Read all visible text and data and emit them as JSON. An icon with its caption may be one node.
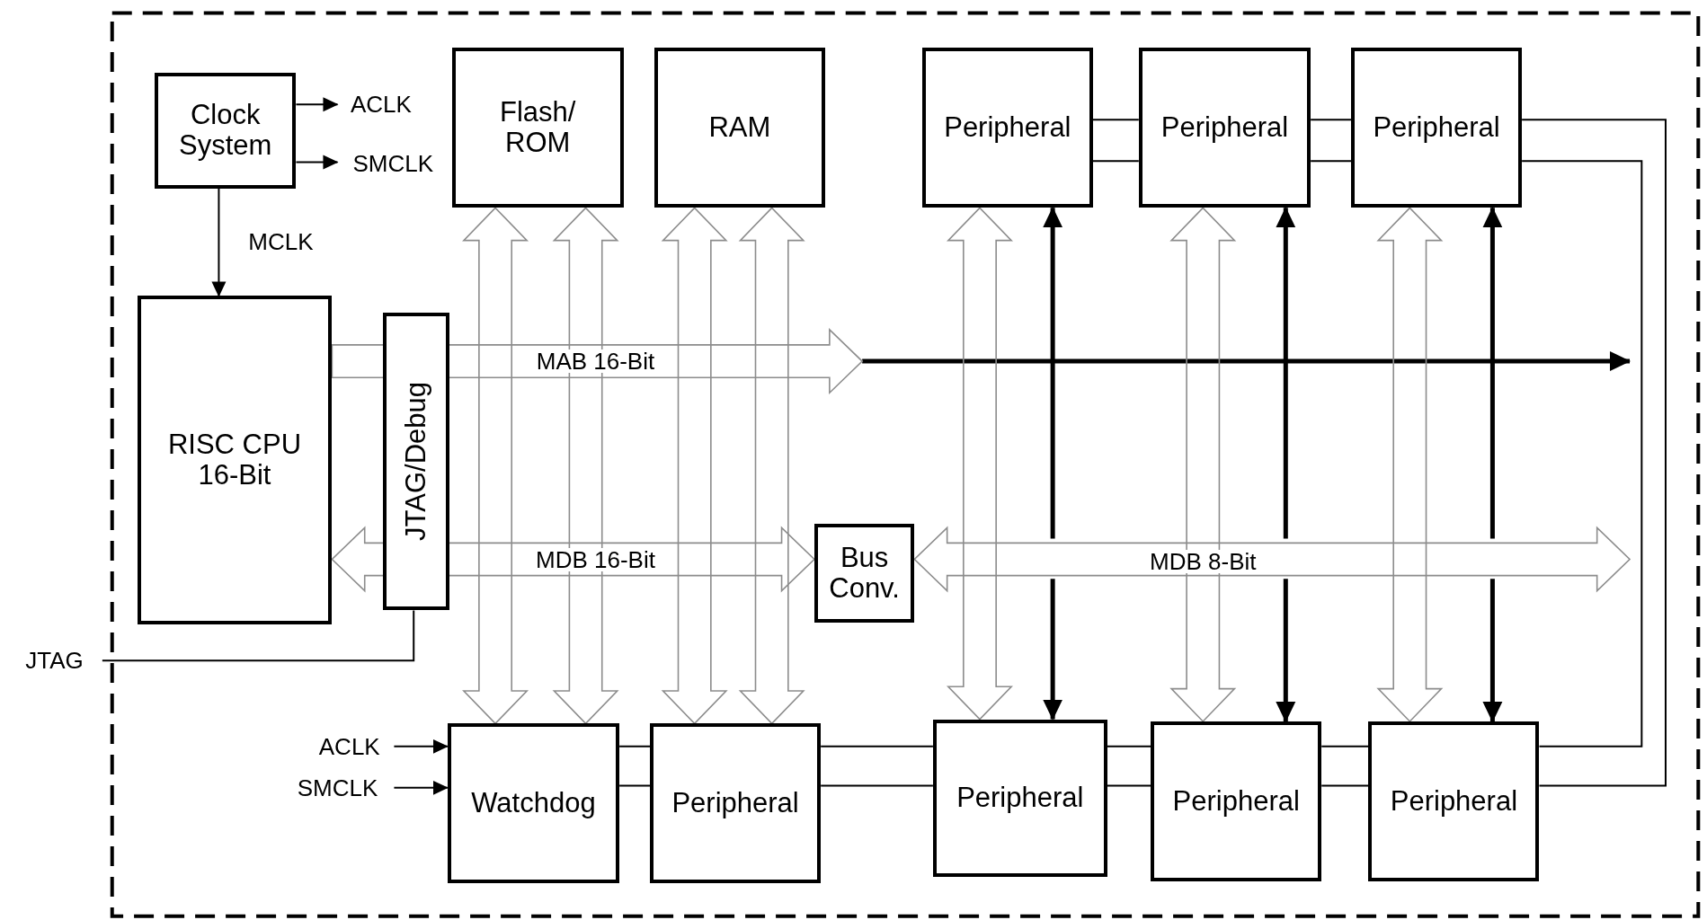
{
  "diagram": {
    "nodes": [
      {
        "text": [
          "Clock System"
        ]
      },
      {
        "text": [
          "ACLK"
        ]
      },
      {
        "text": [
          "SMCLK"
        ]
      },
      {
        "text": [
          "Flash/ ROM"
        ]
      },
      {
        "text": [
          "RAM"
        ]
      },
      {
        "text": [
          "Peripheral"
        ]
      },
      {
        "text": [
          "Peripheral"
        ]
      },
      {
        "text": [
          "Peripheral"
        ]
      },
      {
        "text": [
          "RISC CPU 16-Bit"
        ]
      },
      {
        "text": [
          "JTAG/Debug"
        ]
      },
      {
        "text": [
          "Bus Conv."
        ]
      },
      {
        "text": [
          "JTAG"
        ]
      },
      {
        "text": [
          "ACLK"
        ]
      },
      {
        "text": [
          "SMCLK"
        ]
      },
      {
        "text": [
          "Watchdog"
        ]
      },
      {
        "text": [
          "Peripheral"
        ]
      },
      {
        "text": [
          "Peripheral"
        ]
      },
      {
        "text": [
          "Peripheral"
        ]
      },
      {
        "text": [
          "Peripheral"
        ]
      }
    ],
    "edges": [
      {
        "from": 0,
        "to": 1,
        "arrow": "to"
      },
      {
        "from": 0,
        "to": 2,
        "arrow": "to"
      },
      {
        "from": 0,
        "to": 8,
        "arrow": "to",
        "label": "MCLK"
      },
      {
        "from": 11,
        "to": 9,
        "arrow": "none"
      },
      {
        "from": 12,
        "to": 14,
        "arrow": "to"
      },
      {
        "from": 13,
        "to": 14,
        "arrow": "to"
      },
      {
        "from": 3,
        "to": 14,
        "arrow": "both",
        "style": "thick",
        "color": "#8c8c8c"
      },
      {
        "from": 3,
        "to": 14,
        "arrow": "both",
        "style": "thick",
        "color": "#8c8c8c"
      },
      {
        "from": 4,
        "to": 15,
        "arrow": "both",
        "style": "thick",
        "color": "#8c8c8c"
      },
      {
        "from": 4,
        "to": 15,
        "arrow": "both",
        "style": "thick",
        "color": "#8c8c8c"
      },
      {
        "from": 5,
        "to": 16,
        "arrow": "both",
        "style": "thick",
        "color": "#8c8c8c"
      },
      {
        "from": 6,
        "to": 17,
        "arrow": "both",
        "style": "thick",
        "color": "#8c8c8c"
      },
      {
        "from": 7,
        "to": 18,
        "arrow": "both",
        "style": "thick",
        "color": "#8c8c8c"
      },
      {
        "from": 8,
        "to": null,
        "arrow": "to",
        "label": "MAB 16-Bit",
        "style": "thick",
        "color": "#8c8c8c"
      },
      {
        "from": 8,
        "to": 10,
        "arrow": "both",
        "label": "MDB 16-Bit",
        "style": "thick",
        "color": "#8c8c8c"
      },
      {
        "from": 10,
        "to": null,
        "arrow": "both",
        "label": "MDB 8-Bit",
        "style": "thick",
        "color": "#8c8c8c"
      },
      {
        "from": null,
        "to": 5,
        "arrow": "to",
        "style": "thick"
      },
      {
        "from": null,
        "to": 16,
        "arrow": "to",
        "style": "thick"
      },
      {
        "from": null,
        "to": 6,
        "arrow": "to",
        "style": "thick"
      },
      {
        "from": null,
        "to": 17,
        "arrow": "to",
        "style": "thick"
      },
      {
        "from": null,
        "to": 7,
        "arrow": "to",
        "style": "thick"
      },
      {
        "from": null,
        "to": 18,
        "arrow": "to",
        "style": "thick"
      },
      {
        "from": 5,
        "to": 6,
        "arrow": "none"
      },
      {
        "from": 5,
        "to": 6,
        "arrow": "none"
      },
      {
        "from": 6,
        "to": 7,
        "arrow": "none"
      },
      {
        "from": 6,
        "to": 7,
        "arrow": "none"
      },
      {
        "from": 7,
        "to": 18,
        "arrow": "none"
      },
      {
        "from": 7,
        "to": 18,
        "arrow": "none"
      },
      {
        "from": 14,
        "to": 15,
        "arrow": "none"
      },
      {
        "from": 14,
        "to": 15,
        "arrow": "none"
      },
      {
        "from": 15,
        "to": 16,
        "arrow": "none"
      },
      {
        "from": 15,
        "to": 16,
        "arrow": "none"
      },
      {
        "from": 16,
        "to": 17,
        "arrow": "none"
      },
      {
        "from": 16,
        "to": 17,
        "arrow": "none"
      },
      {
        "from": 17,
        "to": 18,
        "arrow": "none"
      },
      {
        "from": 17,
        "to": 18,
        "arrow": "none"
      }
    ]
  }
}
